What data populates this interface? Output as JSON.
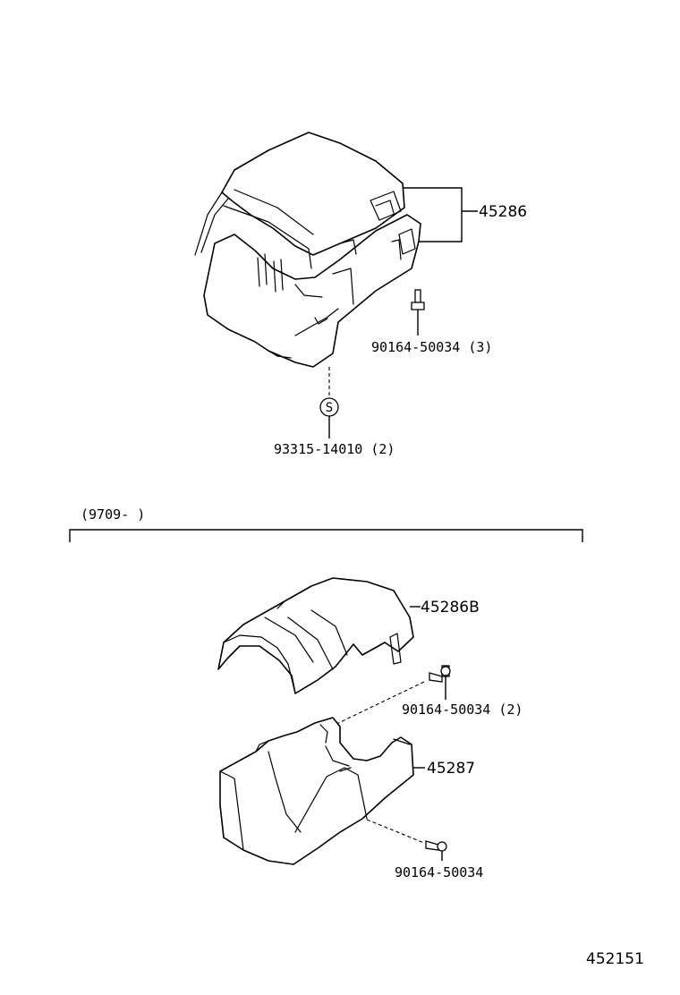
{
  "callouts": {
    "upper_cover": "45286",
    "upper_screw": "90164-50034 (3)",
    "upper_clip": "93315-14010 (2)",
    "clip_symbol": "S",
    "lower_upper_cover": "45286B",
    "lower_upper_screw": "90164-50034 (2)",
    "lower_cover": "45287",
    "lower_screw": "90164-50034"
  },
  "section_range": "(9709-     )",
  "diagram_number": "452151"
}
